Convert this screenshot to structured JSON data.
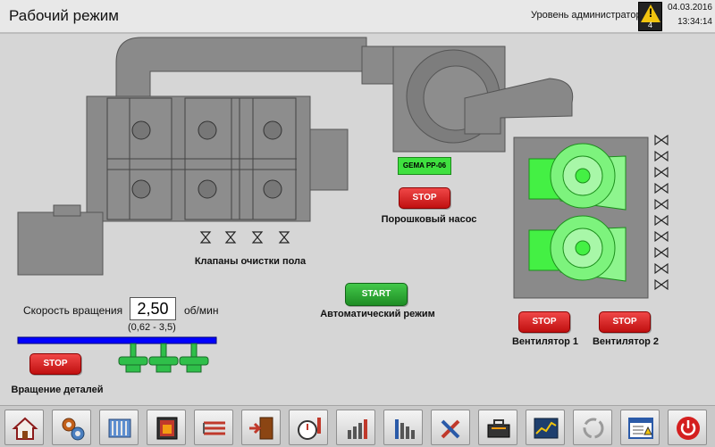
{
  "header": {
    "title": "Рабочий режим",
    "access_level": "Уровень администратора",
    "alarm_count": "4",
    "date": "04.03.2016",
    "time": "13:34:14"
  },
  "pump": {
    "device_label": "GEMA PP-06",
    "button_label": "STOP",
    "caption": "Порошковый насос"
  },
  "valves_caption": "Клапаны очистки пола",
  "fan1": {
    "button_label": "STOP",
    "caption": "Вентилятор 1"
  },
  "fan2": {
    "button_label": "STOP",
    "caption": "Вентилятор 2"
  },
  "auto_mode": {
    "button_label": "START",
    "caption": "Автоматический режим"
  },
  "rotation": {
    "speed_label": "Скорость вращения",
    "speed_value": "2,50",
    "speed_unit": "об/мин",
    "speed_range": "(0,62 - 3,5)",
    "button_label": "STOP",
    "caption": "Вращение деталей"
  },
  "toolbar": {
    "items": [
      "home-icon",
      "settings-gears-icon",
      "heat-exchanger-icon",
      "oven-icon",
      "heating-elements-icon",
      "exit-door-icon",
      "timer-temperature-icon",
      "rising-levels-icon",
      "falling-levels-icon",
      "tools-icon",
      "toolbox-icon",
      "trend-chart-icon",
      "cycle-icon",
      "alarm-list-icon",
      "power-icon"
    ]
  },
  "colors": {
    "equipment_gray": "#8a8a8a",
    "fan_green": "#44f044",
    "stop_red": "#e02020",
    "start_green": "#2aa830",
    "conveyor_blue": "#0000ff"
  }
}
